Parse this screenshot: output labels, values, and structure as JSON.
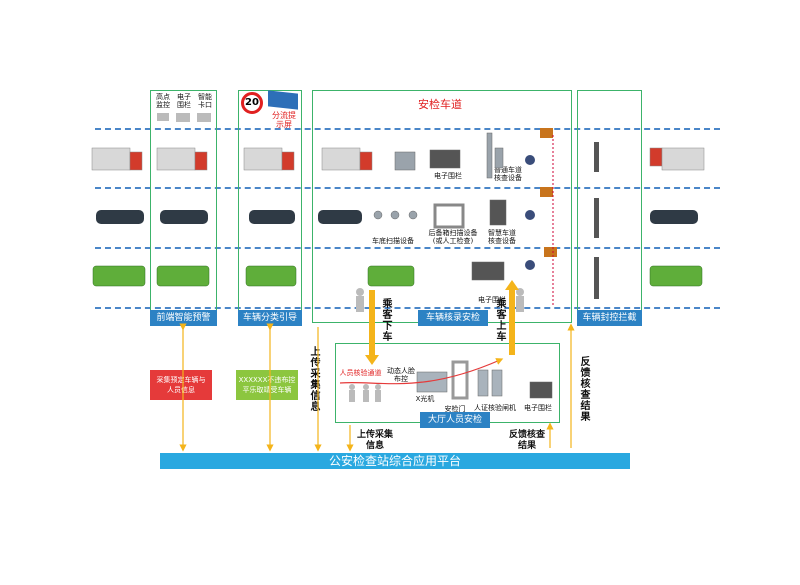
{
  "zones": {
    "front_title": "前端智能预警",
    "classify_title": "车辆分类引导",
    "inspect_lane_title": "安检车道",
    "inspect_bottom": "车辆核录安检",
    "block_title": "车辆封控拦截",
    "hall_title": "大厅人员安检"
  },
  "front_devices": [
    "高点\n监控",
    "电子\n围栏",
    "智能\n卡口"
  ],
  "speed_sign": "20",
  "diversion_sign": "分流提\n示屏",
  "devices": {
    "e_fence_1": "电子围栏",
    "lane_checker_1": "普通车道\n核查设备",
    "underbody_scan": "车底扫描设备",
    "trunk_scan": "后备箱扫描设备\n(或人工检查)",
    "lane_checker_2": "智慧车道\n核查设备",
    "e_fence_2": "电子围栏"
  },
  "hall": {
    "channel": "人员核验通道",
    "face_id": "动态人脸\n布控",
    "xray": "X光机",
    "door": "安检门",
    "id_gate": "人证核验闸机",
    "e_fence": "电子围栏"
  },
  "side_boxes": {
    "collect": "采集预定车辆与\n人员信息",
    "classify": "XXXXXX不违布控\n平乐取靖受车辆"
  },
  "flow_labels": {
    "get_off": "乘客下车",
    "get_on": "乘客上车",
    "upload_1": "上传采集信息",
    "upload_2": "上传采集\n信息",
    "feedback_1": "反馈核查\n结果",
    "feedback_2": "反馈核查结果"
  },
  "platform": "公安检查站综合应用平台",
  "colors": {
    "zone_border": "#3cb36a",
    "label_bg": "#2c82c4",
    "platform_bg": "#29a8e0",
    "arrow": "#f4b41a",
    "red_box": "#e53a3a",
    "green_box": "#8cc63f"
  }
}
